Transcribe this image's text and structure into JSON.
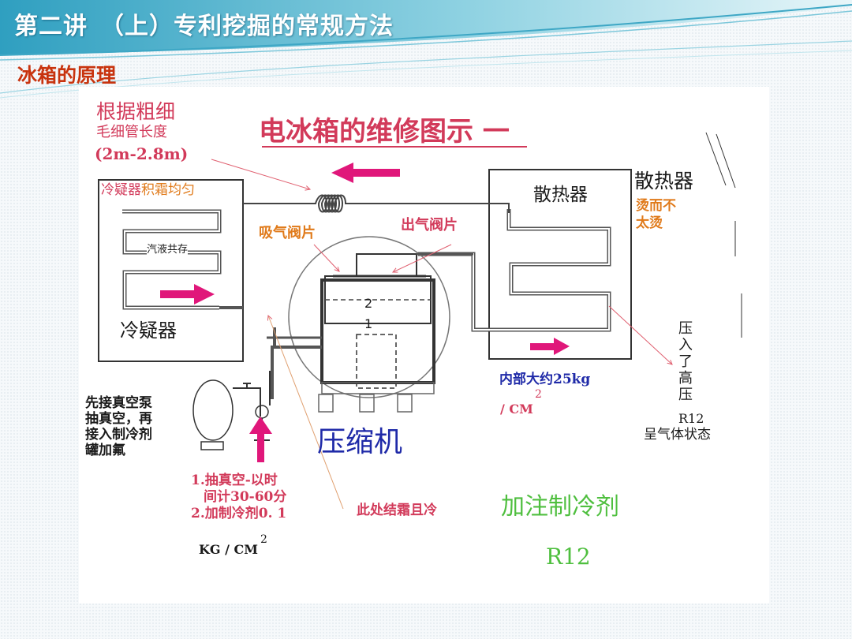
{
  "slide": {
    "title": "第二讲　（上）专利挖掘的常规方法",
    "subtitle": "冰箱的原理"
  },
  "diagram": {
    "main_title": "电冰箱的维修图示 一",
    "capillary": {
      "line1": "根据粗细",
      "line2": "毛细管长度",
      "line3": "(2m-2.8m)"
    },
    "condenser_box": {
      "note_dark": "冷疑器",
      "note_orange": "积霜均匀",
      "mix_label": "汽液共存",
      "name": "冷疑器"
    },
    "valves": {
      "suction": "吸气阀片",
      "discharge": "出气阀片"
    },
    "chambers": {
      "upper": "2",
      "lower": "1"
    },
    "compressor": "压缩机",
    "radiator": {
      "inner_label": "散热器",
      "side_title": "散热器",
      "side_note_line1": "烫而不",
      "side_note_line2": "太烫"
    },
    "pressure": {
      "text": "内部大约25kg",
      "exp": "2",
      "unit": "/ CM"
    },
    "high_pressure": {
      "chars": [
        "压",
        "入",
        "了",
        "高",
        "压"
      ],
      "r12": "R12",
      "state": "呈气体状态"
    },
    "vacuum_note": {
      "line1": "先接真空泵",
      "line2": "抽真空，再",
      "line3": "接入制冷剂",
      "line4": "罐加氟"
    },
    "steps": {
      "line1": "1.抽真空-以时",
      "line2": "间计30-60分",
      "line3": "2.加制冷剂0. 1",
      "unit": "KG / CM",
      "exp": "2"
    },
    "frost_note": "此处结霜且冷",
    "charge_label": "加注制冷剂",
    "refrigerant": "R12"
  },
  "colors": {
    "title_white": "#ffffff",
    "subtitle_red": "#c8330e",
    "arrow_magenta": "#e0177a",
    "label_red": "#d23a5a",
    "label_orange": "#e07a1a",
    "label_blue": "#1f2aa8",
    "label_green": "#4fbf3f"
  }
}
